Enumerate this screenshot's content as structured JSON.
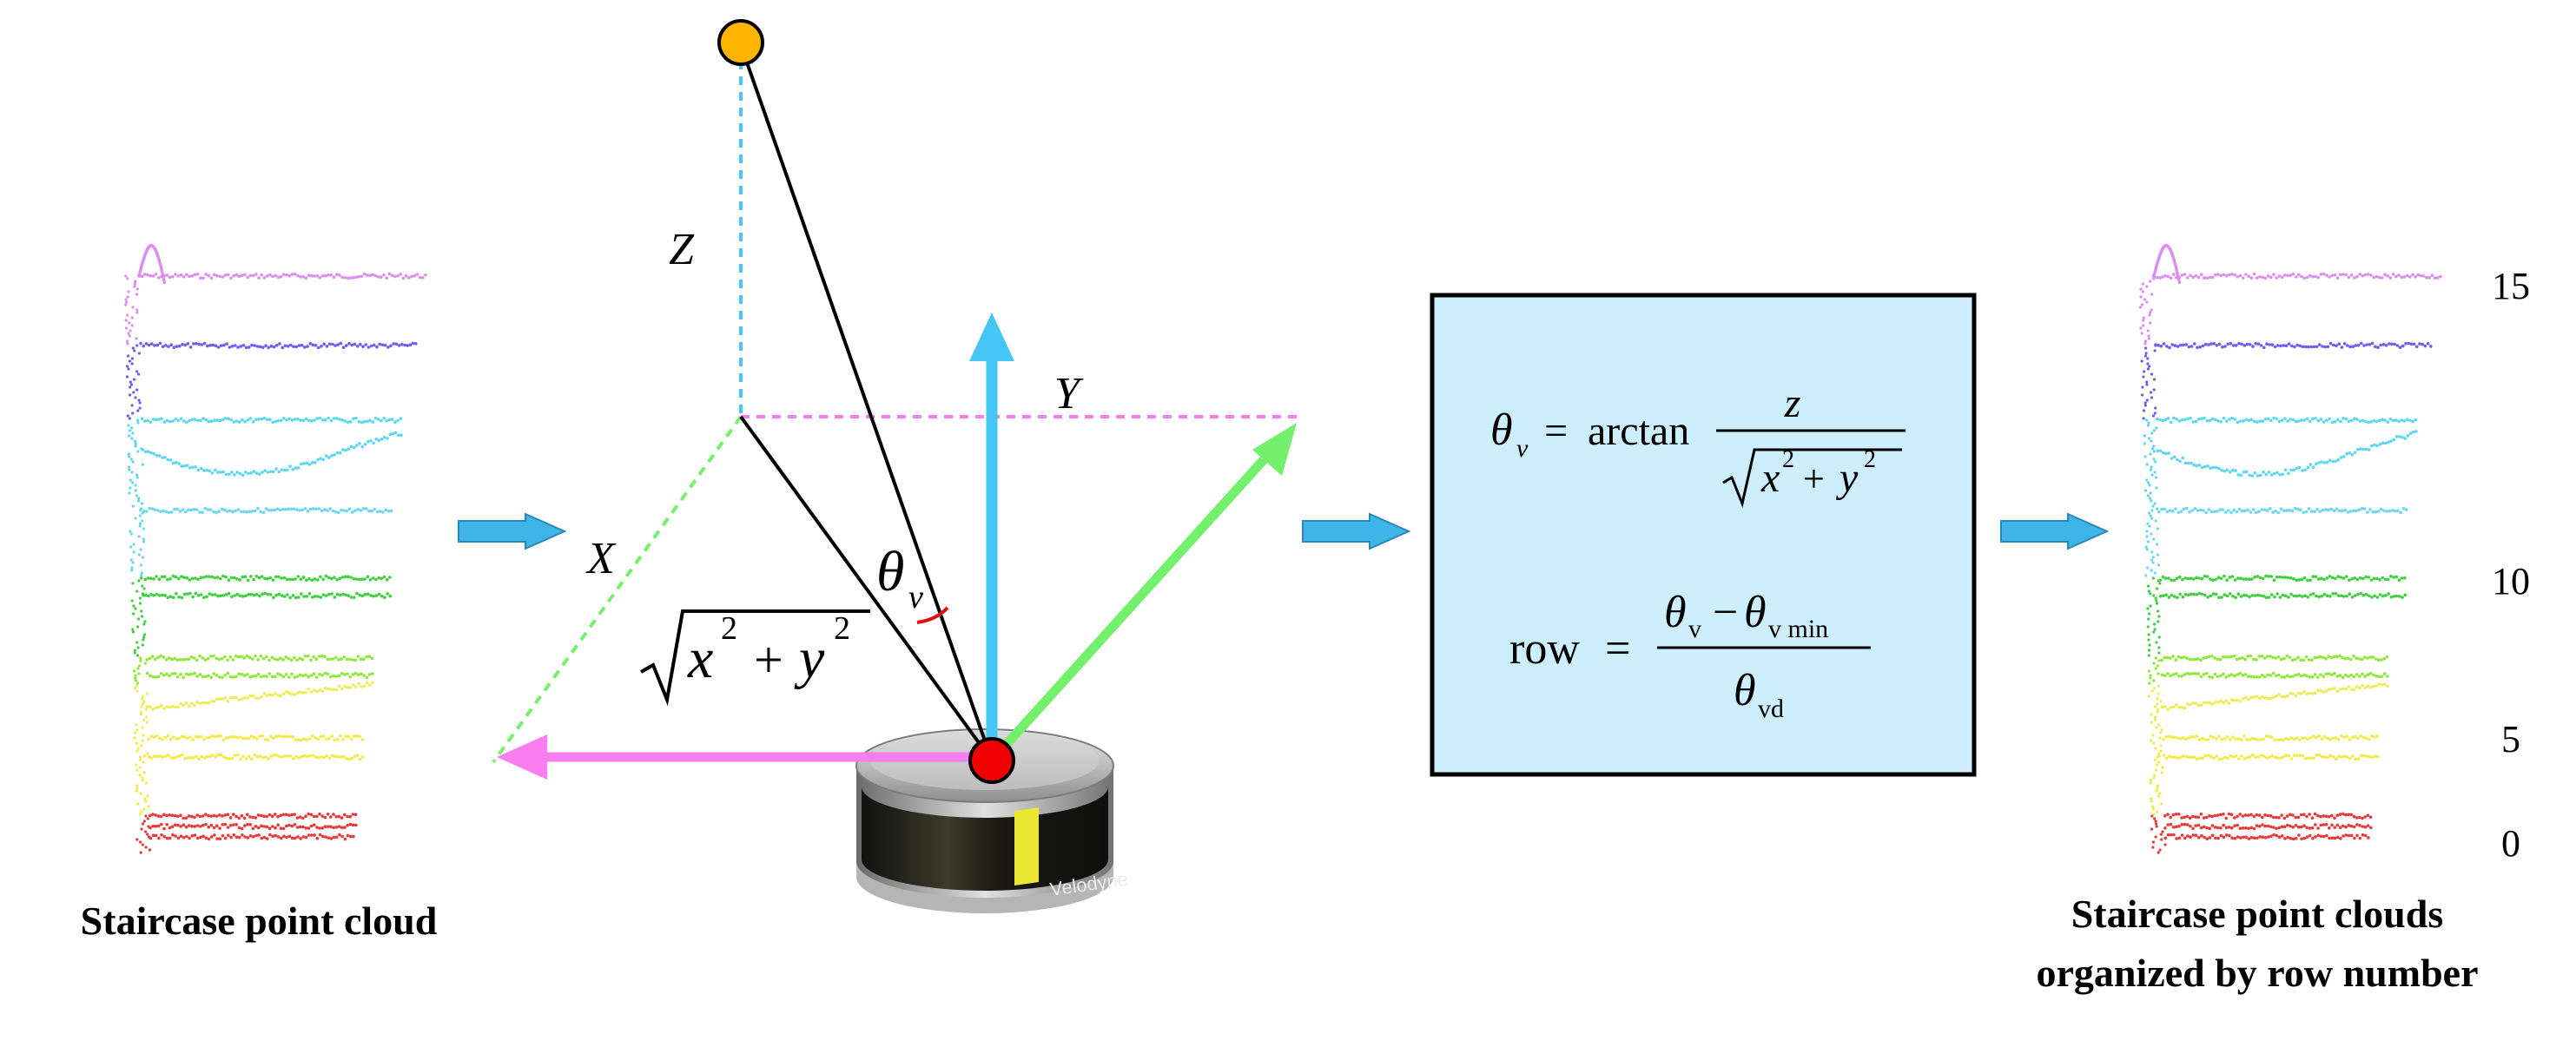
{
  "captions": {
    "left": "Staircase point cloud",
    "right_line1": "Staircase point clouds",
    "right_line2": "organized by row number"
  },
  "axis_labels": {
    "x": "X",
    "y": "Y",
    "z": "Z"
  },
  "angle_label": {
    "theta": "θ",
    "sub": "v"
  },
  "distance_label": {
    "x": "x",
    "y": "y",
    "exp": "2",
    "plus": "+"
  },
  "formula": {
    "eq1": {
      "theta": "θ",
      "sub": "v",
      "equals": "=",
      "func": "arctan",
      "numerator": "z",
      "x": "x",
      "y": "y",
      "exp": "2",
      "plus": "+"
    },
    "eq2": {
      "lhs": "row",
      "equals": "=",
      "theta": "θ",
      "minus": "−",
      "sub_v": "v",
      "sub_vmin": "v min",
      "sub_vd": "vd"
    }
  },
  "sensor_logo": "Velodyne",
  "row_numbers": [
    "15",
    "10",
    "5",
    "0"
  ],
  "colors": {
    "cyan_arrow": "#3fb4e6",
    "magenta": "#f77df0",
    "green": "#74f06c",
    "axis_blue": "#45c6f5",
    "formula_box": "#cdeefc",
    "origin_red": "#f00000",
    "point_orange": "#ffb400"
  },
  "point_cloud_colors": [
    "#dc8df0",
    "#6a5ff0",
    "#5ed6ee",
    "#6ad8f0",
    "#3fcf3f",
    "#8ee83a",
    "#ecec58",
    "#f4e94a",
    "#e53a3a"
  ]
}
